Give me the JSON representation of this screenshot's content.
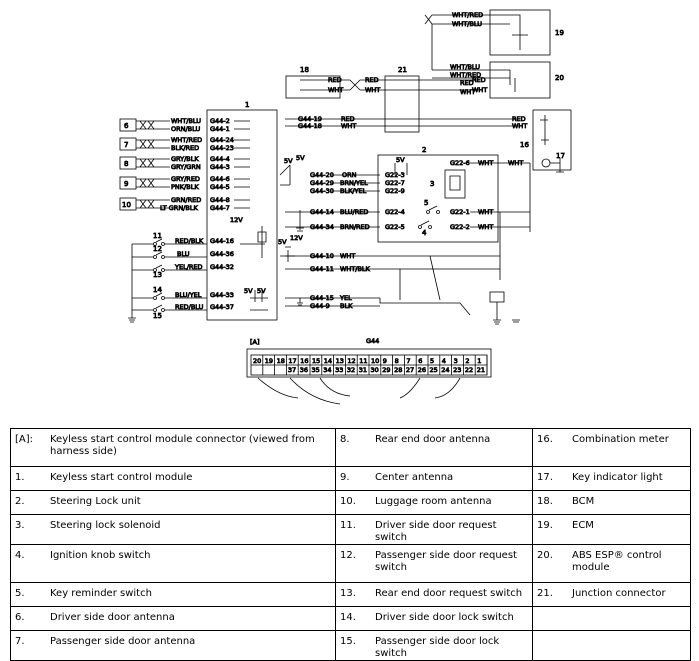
{
  "diagram": {
    "components": [
      {
        "num": "1"
      },
      {
        "num": "2"
      },
      {
        "num": "3"
      },
      {
        "num": "4"
      },
      {
        "num": "5"
      },
      {
        "num": "6"
      },
      {
        "num": "7"
      },
      {
        "num": "8"
      },
      {
        "num": "9"
      },
      {
        "num": "10"
      },
      {
        "num": "11"
      },
      {
        "num": "12"
      },
      {
        "num": "13"
      },
      {
        "num": "14"
      },
      {
        "num": "15"
      },
      {
        "num": "16"
      },
      {
        "num": "17"
      },
      {
        "num": "18"
      },
      {
        "num": "19"
      },
      {
        "num": "20"
      },
      {
        "num": "21"
      }
    ],
    "left_pins": [
      {
        "wire": "WHT/BLU",
        "pin": "G44-2"
      },
      {
        "wire": "ORN/BLU",
        "pin": "G44-1"
      },
      {
        "wire": "WHT/RED",
        "pin": "G44-24"
      },
      {
        "wire": "BLK/RED",
        "pin": "G44-23"
      },
      {
        "wire": "GRY/BLK",
        "pin": "G44-4"
      },
      {
        "wire": "GRY/GRN",
        "pin": "G44-3"
      },
      {
        "wire": "GRY/RED",
        "pin": "G44-6"
      },
      {
        "wire": "PNK/BLK",
        "pin": "G44-5"
      },
      {
        "wire": "GRN/RED",
        "pin": "G44-8"
      },
      {
        "wire": "LT GRN/BLK",
        "pin": "G44-7"
      }
    ],
    "switch_pins": [
      {
        "wire": "RED/BLK",
        "pin": "G44-16"
      },
      {
        "wire": "BLU",
        "pin": "G44-36"
      },
      {
        "wire": "YEL/RED",
        "pin": "G44-32"
      },
      {
        "wire": "BLU/YEL",
        "pin": "G44-33"
      },
      {
        "wire": "RED/BLU",
        "pin": "G44-37"
      }
    ],
    "right_pins": [
      {
        "pin": "G44-19",
        "wire": "RED"
      },
      {
        "pin": "G44-18",
        "wire": "WHT"
      },
      {
        "pin": "G44-20",
        "wire": "ORN"
      },
      {
        "pin": "G44-29",
        "wire": "BRN/YEL"
      },
      {
        "pin": "G44-30",
        "wire": "BLK/YEL"
      },
      {
        "pin": "G44-14",
        "wire": "BLU/RED"
      },
      {
        "pin": "G44-34",
        "wire": "BRN/RED"
      },
      {
        "pin": "G44-10",
        "wire": "WHT"
      },
      {
        "pin": "G44-11",
        "wire": "WHT/BLK"
      },
      {
        "pin": "G44-15",
        "wire": "YEL"
      },
      {
        "pin": "G44-9",
        "wire": "BLK"
      }
    ],
    "unit2_pins": [
      "G22-3",
      "G22-7",
      "G22-9",
      "G22-4",
      "G22-5",
      "G22-6",
      "G22-1",
      "G22-2"
    ],
    "unit2_right_wires": [
      "WHT",
      "WHT",
      "WHT",
      "WHT"
    ],
    "junction_wires": [
      "RED",
      "WHT",
      "RED",
      "WHT"
    ],
    "bcm_wires": [
      "RED",
      "WHT"
    ],
    "ecm_wires": [
      "WHT/RED",
      "WHT/BLU"
    ],
    "abs_wires": [
      "WHT/BLU",
      "WHT/RED",
      "RED",
      "WHT"
    ],
    "meter_wires": [
      "RED",
      "WHT"
    ],
    "voltages": [
      "5V",
      "5V",
      "5V",
      "12V",
      "5V",
      "12V",
      "5V",
      "5V"
    ],
    "connector": {
      "label": "[A]",
      "name": "G44",
      "top_row": [
        "20",
        "19",
        "18",
        "17",
        "16",
        "15",
        "14",
        "13",
        "12",
        "11",
        "10",
        "9",
        "8",
        "7",
        "6",
        "5",
        "4",
        "3",
        "2",
        "1"
      ],
      "bottom_row": [
        "37",
        "36",
        "35",
        "34",
        "33",
        "32",
        "31",
        "30",
        "29",
        "28",
        "27",
        "26",
        "25",
        "24",
        "23",
        "22",
        "21"
      ]
    }
  },
  "legend": [
    [
      {
        "key": "[A]:",
        "value": "Keyless start control module connector (viewed from harness side)"
      },
      {
        "key": "8.",
        "value": "Rear end door antenna"
      },
      {
        "key": "16.",
        "value": "Combination meter"
      }
    ],
    [
      {
        "key": "1.",
        "value": "Keyless start control module"
      },
      {
        "key": "9.",
        "value": "Center antenna"
      },
      {
        "key": "17.",
        "value": "Key indicator light"
      }
    ],
    [
      {
        "key": "2.",
        "value": "Steering Lock unit"
      },
      {
        "key": "10.",
        "value": "Luggage room antenna"
      },
      {
        "key": "18.",
        "value": "BCM"
      }
    ],
    [
      {
        "key": "3.",
        "value": "Steering lock solenoid"
      },
      {
        "key": "11.",
        "value": "Driver side door request switch"
      },
      {
        "key": "19.",
        "value": "ECM"
      }
    ],
    [
      {
        "key": "4.",
        "value": "Ignition knob switch"
      },
      {
        "key": "12.",
        "value": "Passenger side door request switch"
      },
      {
        "key": "20.",
        "value": "ABS ESP® control module"
      }
    ],
    [
      {
        "key": "5.",
        "value": "Key reminder switch"
      },
      {
        "key": "13.",
        "value": "Rear end door request switch"
      },
      {
        "key": "21.",
        "value": "Junction connector"
      }
    ],
    [
      {
        "key": "6.",
        "value": "Driver side door antenna"
      },
      {
        "key": "14.",
        "value": "Driver side door lock switch"
      },
      {
        "key": "",
        "value": ""
      }
    ],
    [
      {
        "key": "7.",
        "value": "Passenger side door antenna"
      },
      {
        "key": "15.",
        "value": "Passenger side door lock switch"
      },
      {
        "key": "",
        "value": ""
      }
    ]
  ]
}
